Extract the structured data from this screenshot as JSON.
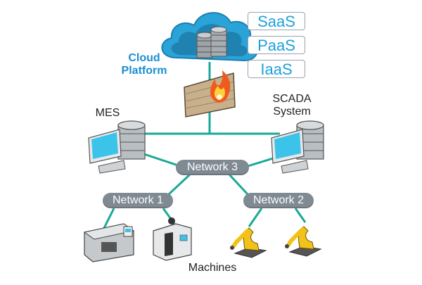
{
  "diagram": {
    "title": "Cloud Platform network architecture",
    "cloud": {
      "label_line1": "Cloud",
      "label_line2": "Platform",
      "services": [
        "SaaS",
        "PaaS",
        "IaaS"
      ]
    },
    "nodes": {
      "mes": "MES",
      "scada_line1": "SCADA",
      "scada_line2": "System",
      "machines": "Machines"
    },
    "networks": {
      "n3": "Network 3",
      "n1": "Network 1",
      "n2": "Network 2"
    },
    "colors": {
      "link": "#1aa898",
      "service_text": "#1ea0dc",
      "cloud_label": "#1a8fd0",
      "network_pill": "#7f8a93",
      "cloud_fill": "#2aa3d8",
      "robot": "#f2c21a",
      "screen": "#3cc3ea"
    }
  }
}
